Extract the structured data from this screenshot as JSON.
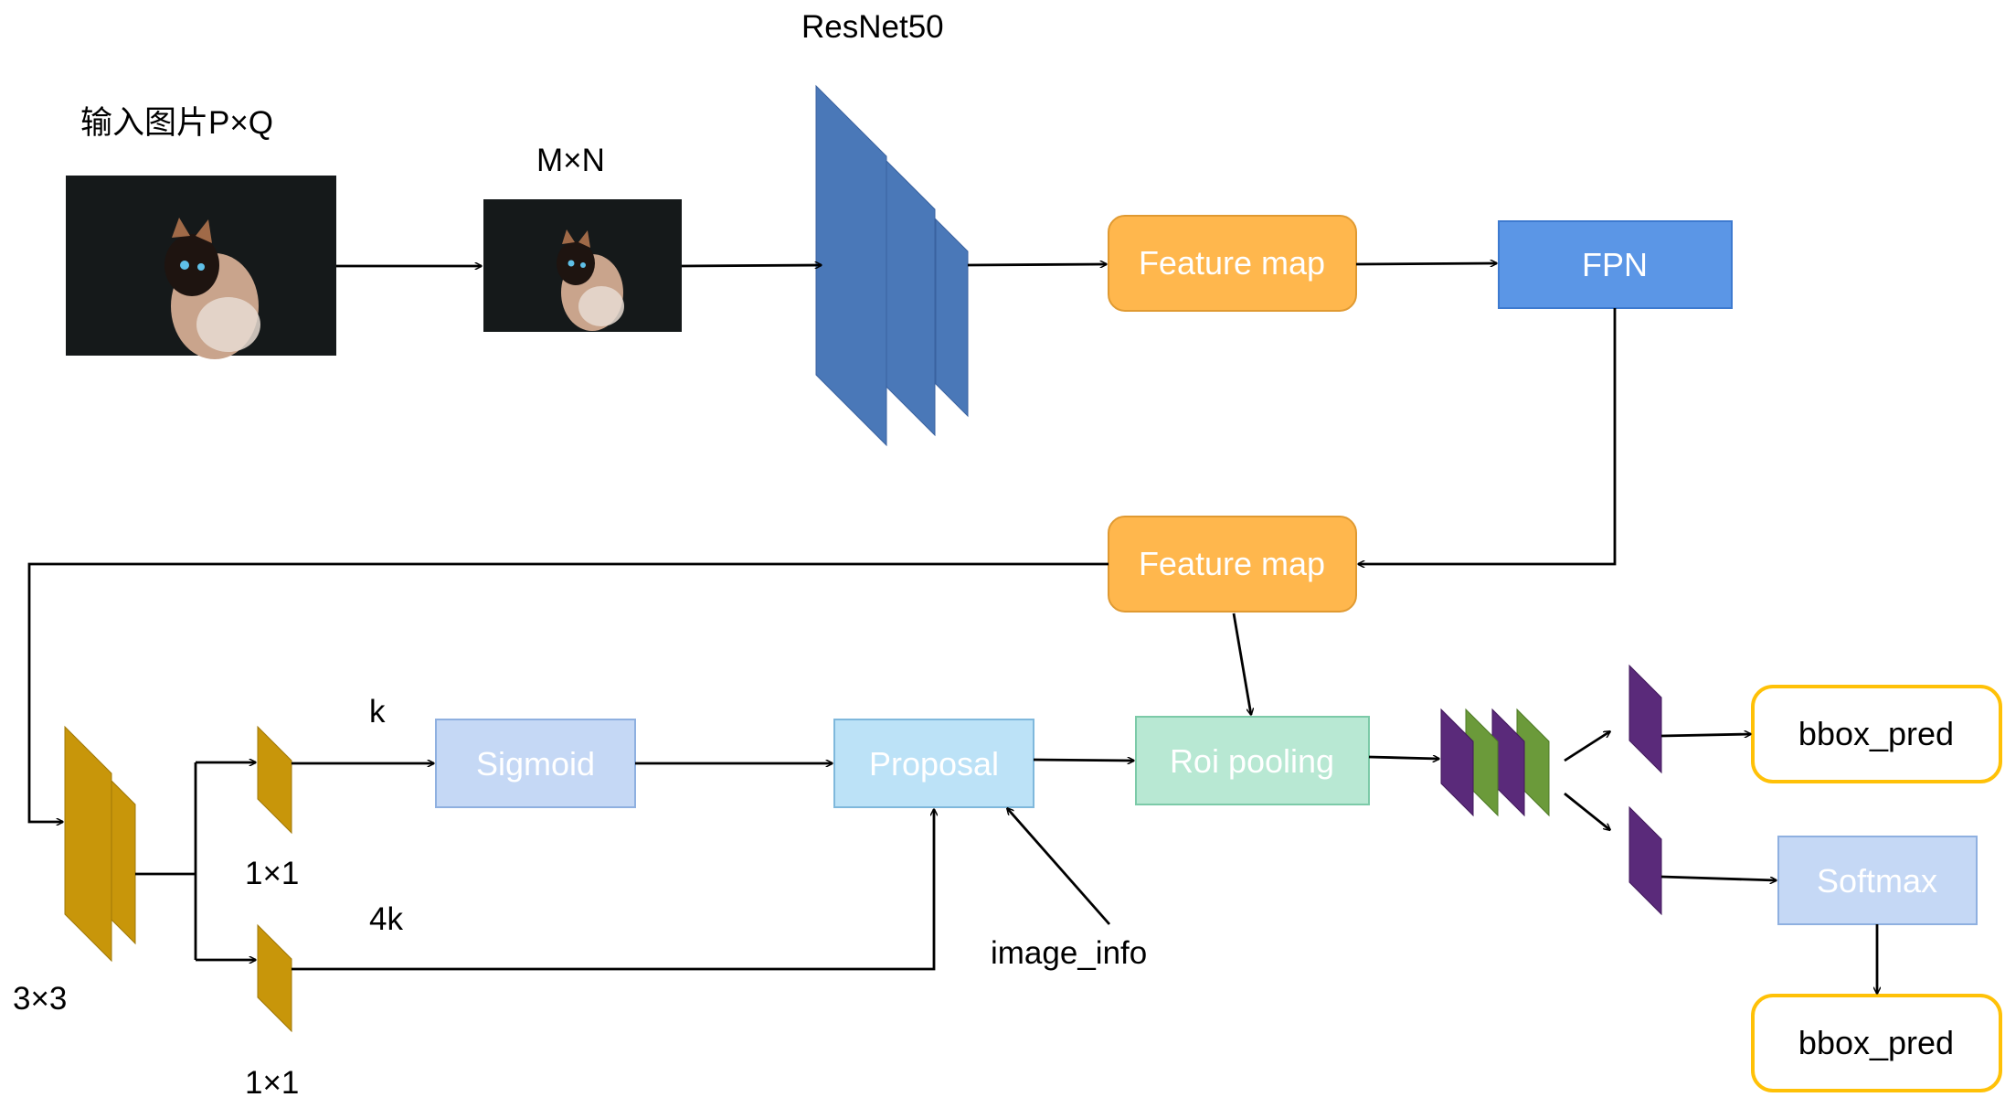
{
  "labels": {
    "input_image": "输入图片P×Q",
    "resized": "M×N",
    "backbone": "ResNet50",
    "k": "k",
    "four_k": "4k",
    "conv3": "3×3",
    "conv1_top": "1×1",
    "conv1_bottom": "1×1",
    "image_info": "image_info"
  },
  "boxes": {
    "feature_map_top": "Feature map",
    "fpn": "FPN",
    "feature_map_mid": "Feature map",
    "sigmoid": "Sigmoid",
    "proposal": "Proposal",
    "roi_pooling": "Roi pooling",
    "bbox_pred_top": "bbox_pred",
    "softmax": "Softmax",
    "bbox_pred_bottom": "bbox_pred"
  },
  "colors": {
    "feature_map": "#FFB74D",
    "fpn": "#5B96E6",
    "resnet": "#4A78B8",
    "conv": "#C8960A",
    "sigmoid": "#C5D8F5",
    "proposal": "#BCE2F7",
    "roi": "#B8E8D3",
    "softmax": "#C5D8F5",
    "purple": "#5A2A7A",
    "green": "#6B9A3A",
    "output_border": "#FFC107",
    "photo_bg": "#15191A"
  }
}
